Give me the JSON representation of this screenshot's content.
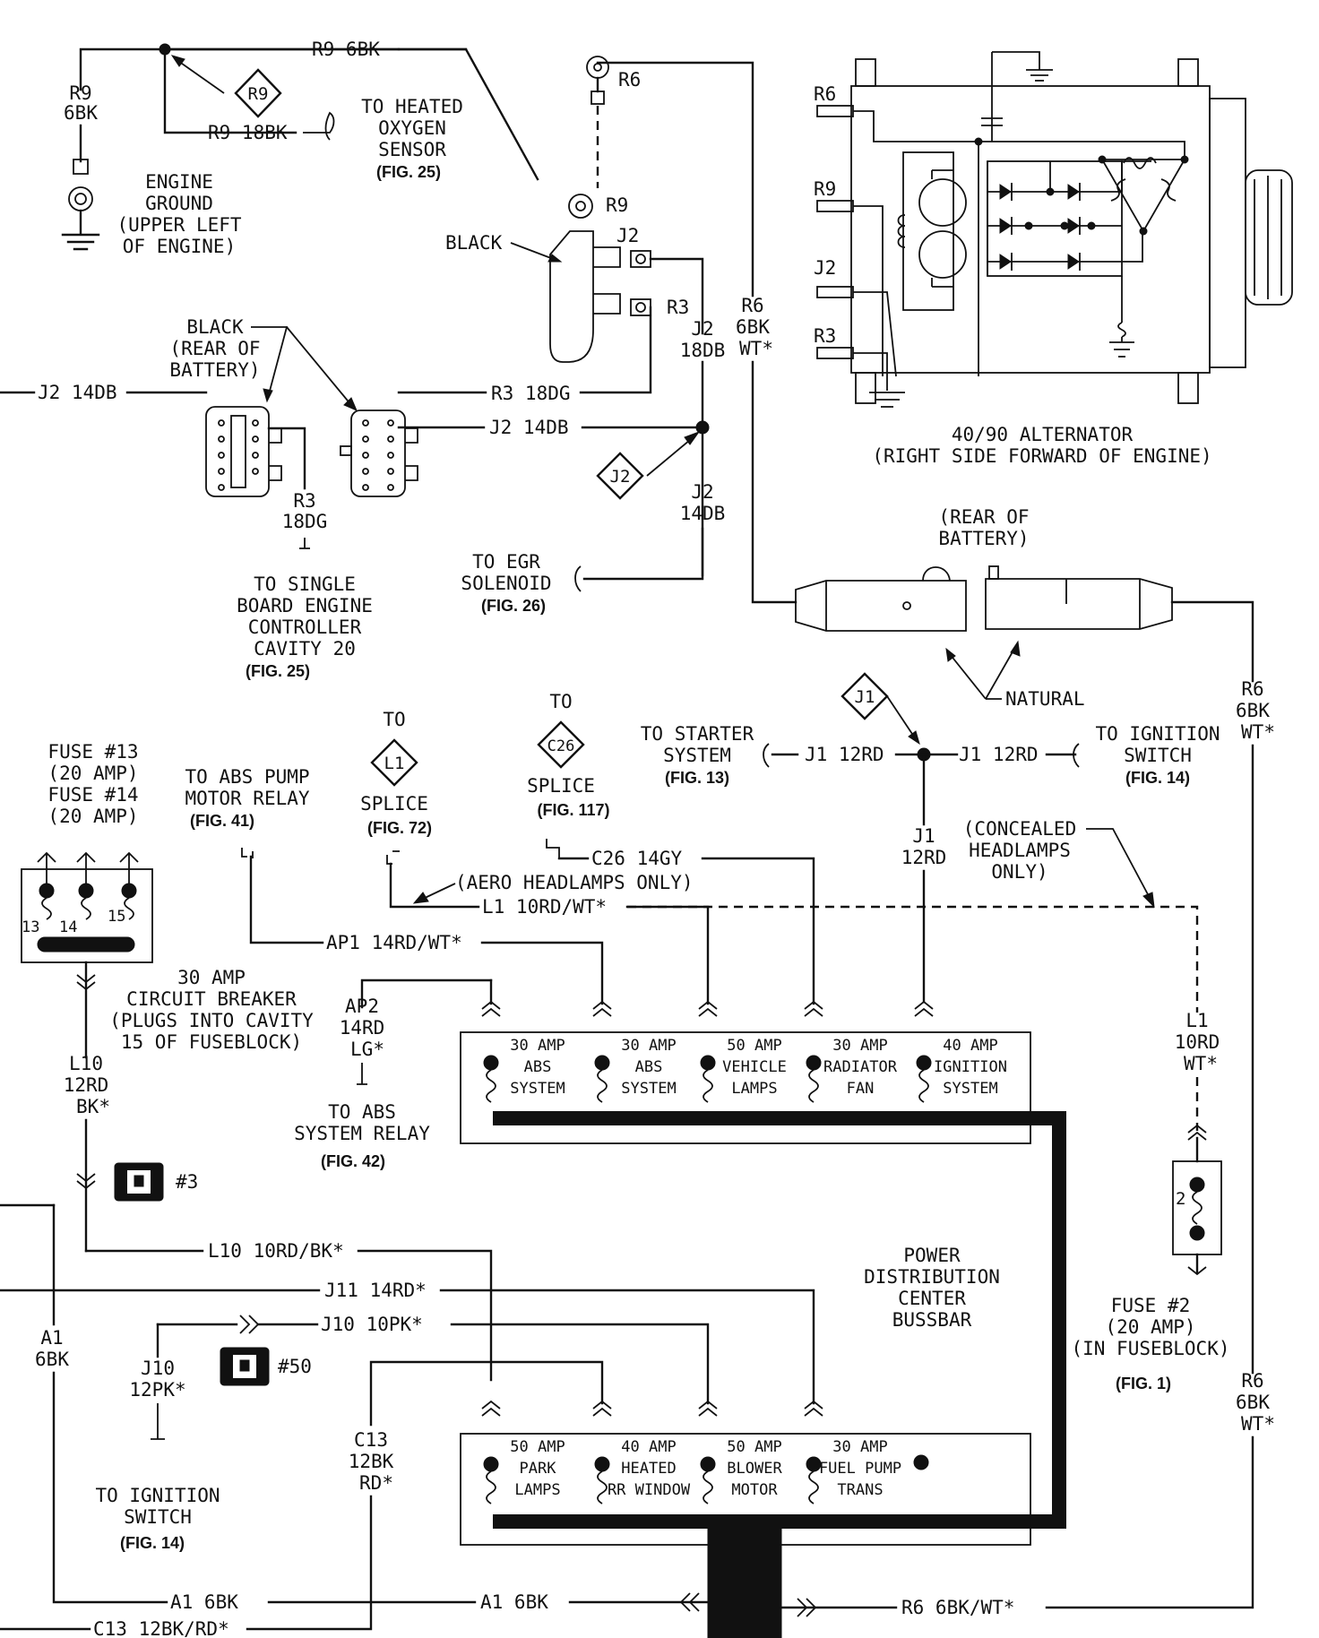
{
  "wires": {
    "r9_6bk": "R9 6BK",
    "r9_vert_code": "R9",
    "r9_vert_gauge": "6BK",
    "r9_diamond": "R9",
    "r9_18bk": "R9 18BK",
    "r6_top": "R6",
    "r9_stud": "R9",
    "j2_stud": "J2",
    "r3_stud": "R3",
    "r6_vert_code": "R6",
    "r6_vert_gauge": "6BK",
    "r6_vert_color": "WT*",
    "j2_18db_code": "J2",
    "j2_18db_gauge": "18DB",
    "j2_14db_left": "J2 14DB",
    "r3_18dg": "R3 18DG",
    "j2_14db_right": "J2 14DB",
    "j2_diamond": "J2",
    "j2_14db_vert_code": "J2",
    "j2_14db_vert_gauge": "14DB",
    "r3_18dg_vert_code": "R3",
    "r3_18dg_vert_gauge": "18DG",
    "r6_right_code": "R6",
    "r6_right_gauge": "6BK",
    "r6_right_color": "WT*",
    "j1_diamond": "J1",
    "j1_12rd_left": "J1 12RD",
    "j1_12rd_right": "J1 12RD",
    "j1_vert_code": "J1",
    "j1_vert_gauge": "12RD",
    "c26_14gy": "C26 14GY",
    "l1_10rdwt": "L1 10RD/WT*",
    "ap1": "AP1 14RD/WT*",
    "ap2_code": "AP2",
    "ap2_gauge": "14RD",
    "ap2_color": "LG*",
    "l1_right_code": "L1",
    "l1_right_gauge": "10RD",
    "l1_right_color": "WT*",
    "l10_code": "L10",
    "l10_gauge": "12RD",
    "l10_color": "BK*",
    "l10_horiz": "L10 10RD/BK*",
    "j11": "J11 14RD*",
    "j10_horiz": "J10 10PK*",
    "j10_code": "J10",
    "j10_gauge": "12PK*",
    "a1_code": "A1",
    "a1_gauge": "6BK",
    "c13_code": "C13",
    "c13_gauge": "12BK",
    "c13_color": "RD*",
    "r6_lower_code": "R6",
    "r6_lower_gauge": "6BK",
    "r6_lower_color": "WT*",
    "a1_bottom_left": "A1 6BK",
    "a1_bottom_right": "A1 6BK",
    "r6_bottom": "R6 6BK/WT*",
    "c13_bottom": "C13 12BK/RD*"
  },
  "labels": {
    "heated_o2": [
      "TO HEATED",
      "OXYGEN",
      "SENSOR"
    ],
    "fig25a": "(FIG. 25)",
    "engine_ground": [
      "ENGINE",
      "GROUND",
      "(UPPER LEFT",
      "OF ENGINE)"
    ],
    "black_top": "BLACK",
    "black_battery": [
      "BLACK",
      "(REAR OF",
      "BATTERY)"
    ],
    "single_board": [
      "TO SINGLE",
      "BOARD ENGINE",
      "CONTROLLER",
      "CAVITY 20"
    ],
    "fig25b": "(FIG. 25)",
    "egr": [
      "TO EGR",
      "SOLENOID"
    ],
    "fig26": "(FIG. 26)",
    "alternator": [
      "40/90 ALTERNATOR",
      "(RIGHT SIDE FORWARD OF ENGINE)"
    ],
    "alt_r6": "R6",
    "alt_r9": "R9",
    "alt_j2": "J2",
    "alt_r3": "R3",
    "rear_battery": [
      "(REAR OF",
      "BATTERY)"
    ],
    "natural": "NATURAL",
    "starter": [
      "TO STARTER",
      "SYSTEM"
    ],
    "fig13": "(FIG. 13)",
    "ignition_switch": [
      "TO IGNITION",
      "SWITCH"
    ],
    "fig14a": "(FIG. 14)",
    "concealed": [
      "(CONCEALED",
      "HEADLAMPS",
      "ONLY)"
    ],
    "fuse13_14": [
      "FUSE #13",
      "(20 AMP)",
      "FUSE #14",
      "(20 AMP)"
    ],
    "fuse_nums": [
      "13",
      "14",
      "15"
    ],
    "abs_pump": [
      "TO ABS PUMP",
      "MOTOR RELAY"
    ],
    "fig41": "(FIG. 41)",
    "to_l1": "TO",
    "l1_diamond": "L1",
    "splice_l1": "SPLICE",
    "fig72": "(FIG. 72)",
    "to_c26": "TO",
    "c26_diamond": "C26",
    "splice_c26": "SPLICE",
    "fig117": "(FIG. 117)",
    "aero": "(AERO HEADLAMPS ONLY)",
    "breaker": [
      "30 AMP",
      "CIRCUIT BREAKER",
      "(PLUGS INTO CAVITY",
      "15 OF FUSEBLOCK)"
    ],
    "abs_relay": [
      "TO ABS",
      "SYSTEM RELAY"
    ],
    "fig42": "(FIG. 42)",
    "conn3": "#3",
    "conn50": "#50",
    "pdc": [
      "POWER",
      "DISTRIBUTION",
      "CENTER",
      "BUSSBAR"
    ],
    "fuse2": [
      "FUSE #2",
      "(20 AMP)",
      "(IN FUSEBLOCK)"
    ],
    "fuse2_num": "2",
    "fig1": "(FIG. 1)",
    "ign_switch2": [
      "TO IGNITION",
      "SWITCH"
    ],
    "fig14b": "(FIG. 14)"
  },
  "pdc_top_fuses": [
    [
      "30 AMP",
      "ABS",
      "SYSTEM"
    ],
    [
      "30 AMP",
      "ABS",
      "SYSTEM"
    ],
    [
      "50 AMP",
      "VEHICLE",
      "LAMPS"
    ],
    [
      "30 AMP",
      "RADIATOR",
      "FAN"
    ],
    [
      "40 AMP",
      "IGNITION",
      "SYSTEM"
    ]
  ],
  "pdc_bottom_fuses": [
    [
      "50 AMP",
      "PARK",
      "LAMPS"
    ],
    [
      "40 AMP",
      "HEATED",
      "RR WINDOW"
    ],
    [
      "50 AMP",
      "BLOWER",
      "MOTOR"
    ],
    [
      "30 AMP",
      "FUEL PUMP",
      "TRANS"
    ]
  ]
}
